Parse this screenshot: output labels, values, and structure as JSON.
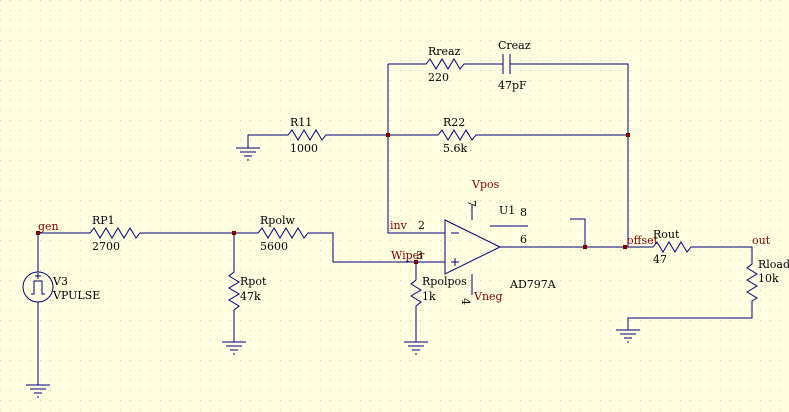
{
  "components": {
    "rp1": {
      "name": "RP1",
      "value": "2700"
    },
    "rpolw": {
      "name": "Rpolw",
      "value": "5600"
    },
    "rpot": {
      "name": "Rpot",
      "value": "47k"
    },
    "rpolpos": {
      "name": "Rpolpos",
      "value": "1k"
    },
    "r11": {
      "name": "R11",
      "value": "1000"
    },
    "r22": {
      "name": "R22",
      "value": "5.6k"
    },
    "rreaz": {
      "name": "Rreaz",
      "value": "220"
    },
    "creaz": {
      "name": "Creaz",
      "value": "47pF"
    },
    "rout": {
      "name": "Rout",
      "value": "47"
    },
    "rload": {
      "name": "Rload",
      "value": "10k"
    },
    "v3": {
      "name": "V3",
      "value": "VPULSE"
    },
    "u1": {
      "name": "U1",
      "value": "AD797A"
    }
  },
  "nets": {
    "gen": "gen",
    "inv": "inv",
    "wiper": "Wiper",
    "offset": "offset",
    "out": "out",
    "vpos": "Vpos",
    "vneg": "Vneg"
  },
  "pins": {
    "p2": "2",
    "p3": "3",
    "p4": "4",
    "p6": "6",
    "p7": "7",
    "p8": "8",
    "minus": "−",
    "plus": "+"
  }
}
